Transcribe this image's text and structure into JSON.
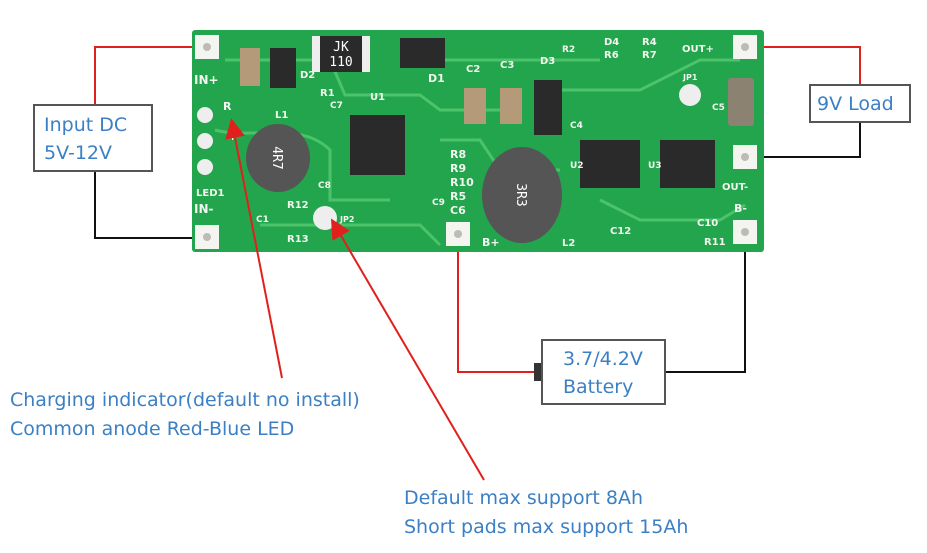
{
  "colors": {
    "pcb": "#22a54c",
    "trace": "#4cc36b",
    "red_wire": "#e0201c",
    "black_wire": "#111111",
    "label": "#3b80c4"
  },
  "input_box": {
    "line1": "Input DC",
    "line2": "5V-12V"
  },
  "load_box": {
    "label": "9V Load"
  },
  "battery_box": {
    "line1": "3.7/4.2V",
    "line2": "Battery"
  },
  "note_led": {
    "line1": "Charging indicator(default no install)",
    "line2": "Common anode Red-Blue LED"
  },
  "note_pads": {
    "line1": "Default max support 8Ah",
    "line2": "Short pads max support 15Ah"
  },
  "pcb": {
    "in_plus": "IN+",
    "in_minus": "IN-",
    "led1": "LED1",
    "r": "R",
    "plus": "+",
    "l1": "L1",
    "l1_value": "4R7",
    "d2": "D2",
    "fuse_line1": "JK",
    "fuse_line2": "110",
    "d1": "D1",
    "r1": "R1",
    "u1": "U1",
    "c7": "C7",
    "c8": "C8",
    "r12": "R12",
    "r13": "R13",
    "jp2": "JP2",
    "c1": "C1",
    "r8": "R8",
    "r9": "R9",
    "r10": "R10",
    "r5": "R5",
    "c6": "C6",
    "c9": "C9",
    "b_plus": "B+",
    "l2": "L2",
    "l2_value": "3R3",
    "c2": "C2",
    "c3": "C3",
    "d3": "D3",
    "r2": "R2",
    "d4": "D4",
    "r6": "R6",
    "r4": "R4",
    "r7": "R7",
    "out_plus": "OUT+",
    "jp1": "JP1",
    "c5": "C5",
    "c4": "C4",
    "u2": "U2",
    "u3": "U3",
    "out_minus": "OUT-",
    "b_minus": "B-",
    "c10": "C10",
    "c12": "C12",
    "r11": "R11"
  }
}
